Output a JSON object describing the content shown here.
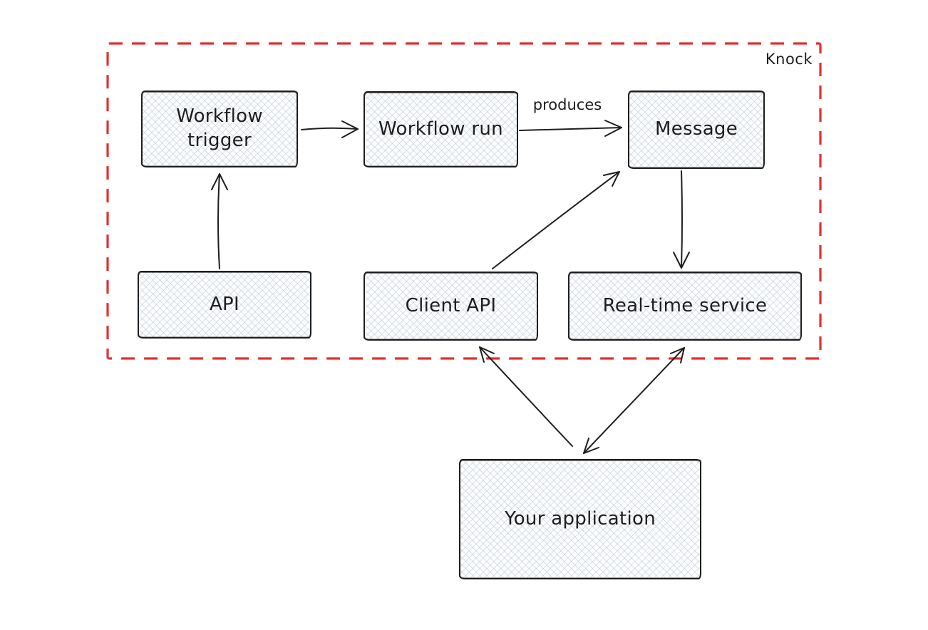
{
  "diagram": {
    "type": "architecture-flow",
    "colors": {
      "ink": "#1e1e1e",
      "boundary_red": "#e03131",
      "node_fill": "#fbfcfd",
      "hatch_gray": "#a8b2c0",
      "background": "#ffffff"
    },
    "boundary": {
      "label": "Knock",
      "style": "dashed"
    },
    "nodes": [
      {
        "id": "workflow-trigger",
        "label": "Workflow trigger",
        "inside_boundary": true
      },
      {
        "id": "workflow-run",
        "label": "Workflow run",
        "inside_boundary": true
      },
      {
        "id": "message",
        "label": "Message",
        "inside_boundary": true
      },
      {
        "id": "api",
        "label": "API",
        "inside_boundary": true
      },
      {
        "id": "client-api",
        "label": "Client API",
        "inside_boundary": true
      },
      {
        "id": "real-time-service",
        "label": "Real-time service",
        "inside_boundary": true
      },
      {
        "id": "your-application",
        "label": "Your application",
        "inside_boundary": false
      }
    ],
    "edges": [
      {
        "from": "workflow-trigger",
        "to": "workflow-run",
        "label": "",
        "arrows": "end"
      },
      {
        "from": "workflow-run",
        "to": "message",
        "label": "produces",
        "arrows": "end"
      },
      {
        "from": "api",
        "to": "workflow-trigger",
        "label": "",
        "arrows": "end"
      },
      {
        "from": "client-api",
        "to": "message",
        "label": "",
        "arrows": "end"
      },
      {
        "from": "message",
        "to": "real-time-service",
        "label": "",
        "arrows": "end"
      },
      {
        "from": "your-application",
        "to": "client-api",
        "label": "",
        "arrows": "end"
      },
      {
        "from": "your-application",
        "to": "real-time-service",
        "label": "",
        "arrows": "both"
      }
    ]
  }
}
